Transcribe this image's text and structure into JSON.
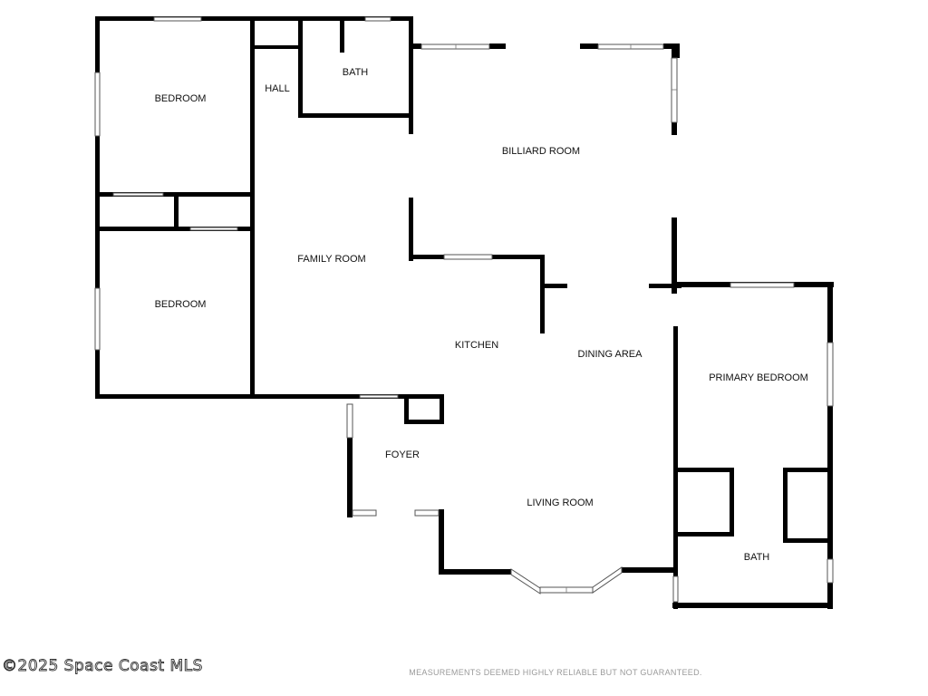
{
  "rooms": {
    "bedroom_1": "BEDROOM",
    "hall": "HALL",
    "bath_1": "BATH",
    "billiard_room": "BILLIARD ROOM",
    "family_room": "FAMILY ROOM",
    "bedroom_2": "BEDROOM",
    "kitchen": "KITCHEN",
    "dining_area": "DINING AREA",
    "primary_bedroom": "PRIMARY BEDROOM",
    "foyer": "FOYER",
    "living_room": "LIVING ROOM",
    "bath_2": "BATH"
  },
  "footer": {
    "copyright": "©2025 Space Coast MLS",
    "disclaimer": "MEASUREMENTS DEEMED HIGHLY RELIABLE BUT NOT GUARANTEED."
  },
  "colors": {
    "wall": "#000000",
    "background": "#ffffff",
    "disclaimer_text": "#9a9a9a"
  }
}
